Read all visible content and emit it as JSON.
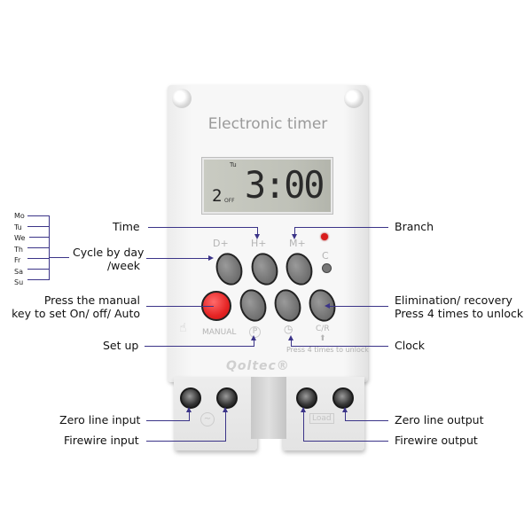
{
  "device": {
    "title": "Electronic timer",
    "brand": "Qoltec®",
    "lcd": {
      "day": "Tu",
      "program": "2",
      "state": "OFF",
      "time": "3:00"
    },
    "key_labels": {
      "d_plus": "D+",
      "h_plus": "H+",
      "m_plus": "M+",
      "c": "C",
      "manual": "MANUAL",
      "p": "P",
      "clock": "◷",
      "cr": "C/R",
      "unlock_hint": "Press 4  times to unlock"
    },
    "terminal_labels": {
      "input_symbol": "~",
      "load": "Load"
    },
    "colors": {
      "body": "#f5f5f5",
      "button": "#7a7a7a",
      "manual_button": "#e52424",
      "led": "#d91b1b",
      "leader": "#3b3488"
    }
  },
  "days": [
    "Mo",
    "Tu",
    "We",
    "Th",
    "Fr",
    "Sa",
    "Su"
  ],
  "annotations": {
    "left": {
      "time": "Time",
      "cycle_line1": "Cycle by day",
      "cycle_line2": "/week",
      "manual_line1": "Press the manual",
      "manual_line2": "key to set On/ off/ Auto",
      "setup": "Set up",
      "zero_in": "Zero line input",
      "fire_in": "Firewire input"
    },
    "right": {
      "branch": "Branch",
      "elim_line1": "Elimination/ recovery",
      "elim_line2": "Press 4 times to unlock",
      "clock": "Clock",
      "zero_out": "Zero line output",
      "fire_out": "Firewire output"
    }
  }
}
